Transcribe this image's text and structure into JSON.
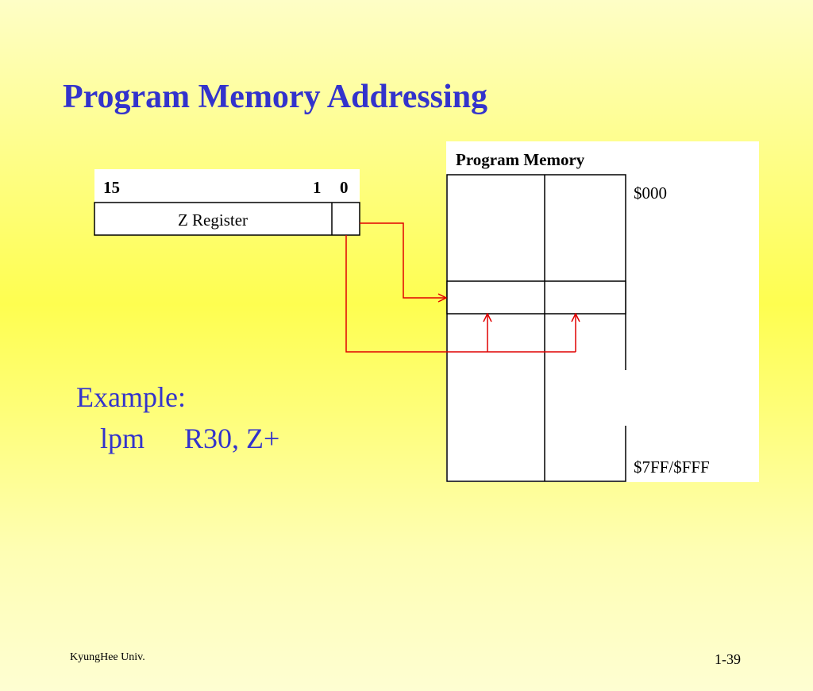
{
  "slide": {
    "title": "Program Memory Addressing"
  },
  "z_register": {
    "bit_high": "15",
    "bit_one": "1",
    "bit_zero": "0",
    "label": "Z Register"
  },
  "program_memory": {
    "title": "Program Memory",
    "start_address": "$000",
    "end_address": "$7FF/$FFF"
  },
  "example": {
    "heading": "Example:",
    "instruction": "lpm",
    "operands": "R30, Z+"
  },
  "footer": {
    "institution": "KyungHee Univ.",
    "page": "1-39"
  },
  "colors": {
    "title": "#3333cc",
    "arrow": "#e00000",
    "box_fill": "#ffffff",
    "outline": "#000000"
  }
}
